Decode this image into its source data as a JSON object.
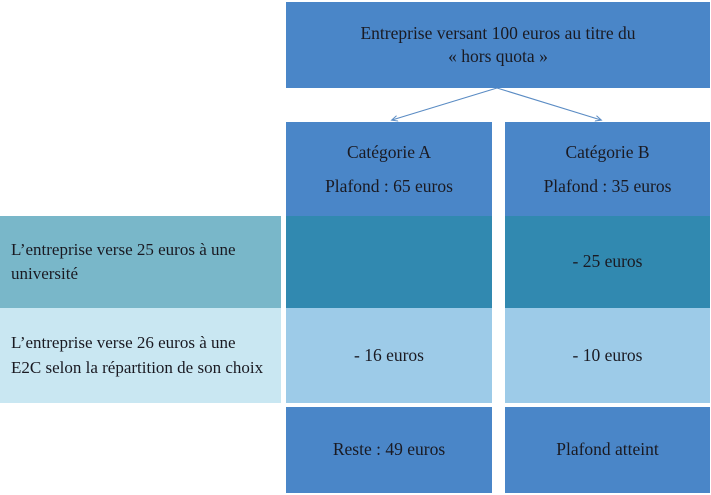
{
  "diagram": {
    "title_box": {
      "line1": "Entreprise versant 100 euros au titre du",
      "line2": "« hors quota »"
    },
    "columns": [
      {
        "id": "A",
        "name": "Catégorie A",
        "cap_label": "Plafond : 65 euros",
        "cells": [
          "",
          "- 16 euros",
          "Reste : 49 euros"
        ]
      },
      {
        "id": "B",
        "name": "Catégorie B",
        "cap_label": "Plafond : 35 euros",
        "cells": [
          "- 25 euros",
          "- 10 euros",
          "Plafond atteint"
        ]
      }
    ],
    "row_labels": [
      "L’entreprise verse 25 euros à une université",
      "L’entreprise verse 26 euros à une E2C selon la répartition de son choix"
    ],
    "colors": {
      "header_blue": "#4a86c8",
      "row1_teal": "#3189b0",
      "row2_light_blue": "#9dcbe8",
      "label1_teal": "#79b7c9",
      "label2_pale": "#c9e7f2",
      "arrow": "#5b8cc4",
      "text": "#1a1a22",
      "background": "#ffffff"
    }
  }
}
